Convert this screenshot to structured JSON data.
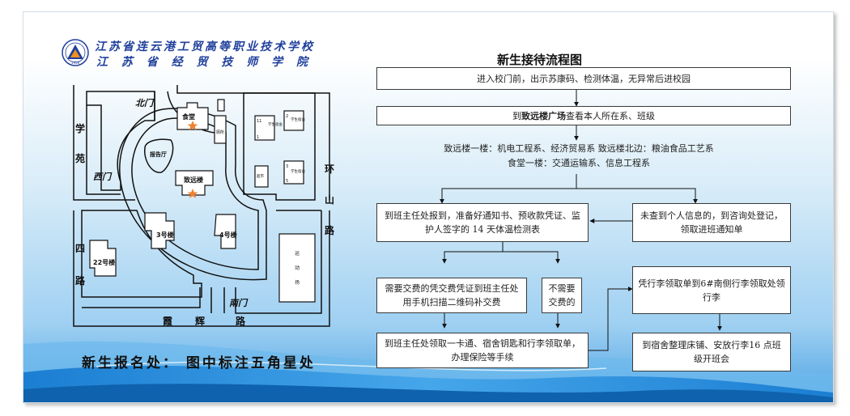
{
  "header": {
    "school_name_1": "江苏省连云港工贸高等职业技术学校",
    "school_name_2": "江 苏 省 经 贸 技 师 学 院",
    "logo_year": "1958"
  },
  "map": {
    "north_gate": "北门",
    "west_gate": "西门",
    "south_gate": "南门",
    "road_left": [
      "学",
      "苑"
    ],
    "road_left_lower": [
      "四",
      "路"
    ],
    "road_right": [
      "环",
      "山",
      "路"
    ],
    "road_bottom": [
      "霞",
      "辉",
      "路"
    ],
    "canteen": "食堂",
    "lecture_hall": "报告厅",
    "zhiyuan": "致远楼",
    "bldg3": "3号楼",
    "bldg4": "4号楼",
    "bldg22": "22号楼",
    "playground": [
      "运",
      "动",
      "场"
    ],
    "dorm_label": "学生宿舍",
    "dorm_numbers": [
      "11",
      "1",
      "2",
      "3",
      "5"
    ],
    "small_bldg": "厕所",
    "mini_label": "超市"
  },
  "registration_note": "新生报名处：  图中标注五角星处",
  "flow": {
    "title": "新生接待流程图",
    "step1": "进入校门前，出示苏康码、检测体温，无异常后进校园",
    "step2_prefix": "到",
    "step2_place": "致远楼广场",
    "step2_suffix": "查看本人所在系、班级",
    "depts_line1": "致远楼一楼：机电工程系、经济贸易系   致远楼北边：粮油食品工艺系",
    "depts_line2": "食堂一楼：交通运输系、信息工程系",
    "report": "到班主任处报到，准备好通知书、预收款凭证、监护人签字的 14 天体温检测表",
    "no_info": "未查到个人信息的，到咨询处登记，领取进班通知单",
    "pay_needed": "需要交费的凭交费凭证到班主任处用手机扫描二维码补交费",
    "no_pay": "不需要交费的",
    "collect": "到班主任处领取一卡通、宿舍钥匙和行李领取单，办理保险等手续",
    "luggage": "凭行李领取单到6#南侧行李领取处领行李",
    "dorm": "到宿舍整理床铺、安放行李16 点班级开班会"
  },
  "colors": {
    "school_text": "#1f3f9c",
    "wave_blue": "#1a7fd0",
    "logo_navy": "#1f3f9c",
    "logo_orange": "#f09020",
    "star": "#f08030"
  }
}
